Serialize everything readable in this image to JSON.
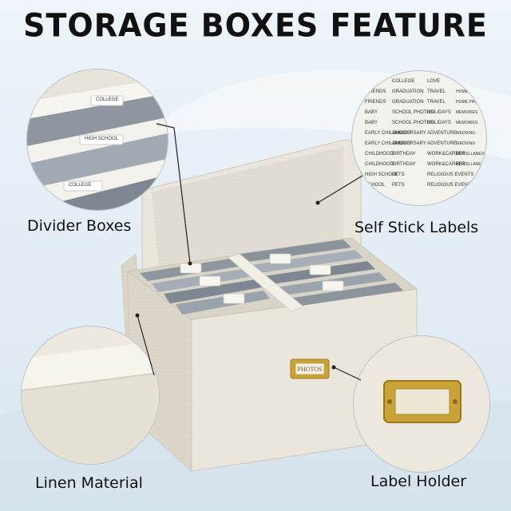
{
  "title": "STORAGE BOXES FEATURE",
  "features": {
    "divider": "Divider Boxes",
    "labels": "Self Stick Labels",
    "linen": "Linen Material",
    "holder": "Label Holder"
  },
  "divider_tabs": [
    "COLLEGE",
    "HIGH SCHOOL",
    "COLLEGE"
  ],
  "label_holder_text": "PHOTOS",
  "sticker_rows": [
    [
      "",
      "COLLEGE",
      "LOVE"
    ],
    [
      "FRIENDS",
      "GRADUATION",
      "TRAVEL",
      "HOME PROJECTS"
    ],
    [
      "FRIENDS",
      "GRADUATION",
      "TRAVEL",
      "HOME PROJECTS"
    ],
    [
      "BABY",
      "SCHOOL PHOTOS",
      "HOLIDAYS",
      "MEMORIES"
    ],
    [
      "BABY",
      "SCHOOL PHOTOS",
      "HOLIDAYS",
      "MEMORIES"
    ],
    [
      "EARLY CHILDHOOD",
      "ANNIVERSARY",
      "ADVENTURE",
      "WEDDING"
    ],
    [
      "EARLY CHILDHOOD",
      "ANNIVERSARY",
      "ADVENTURE",
      "WEDDING"
    ],
    [
      "CHILDHOOD",
      "BIRTHDAY",
      "WORK&CAREER",
      "MISCELLANEOUS"
    ],
    [
      "CHILDHOOD",
      "BIRTHDAY",
      "WORK&CAREER",
      "MISCELLANEOUS"
    ],
    [
      "HIGH SCHOOL",
      "PETS",
      "RELIGIOUS EVENTS"
    ],
    [
      "SCHOOL",
      "PETS",
      "RELIGIOUS EVENTS"
    ]
  ]
}
